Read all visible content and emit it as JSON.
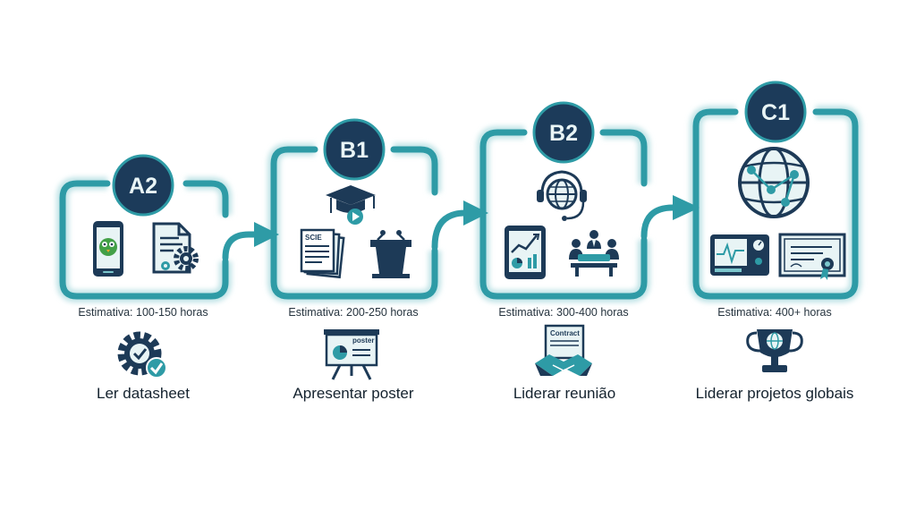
{
  "levels": [
    {
      "code": "A2",
      "estimate": "Estimativa: 100-150 horas",
      "goal": "Ler datasheet"
    },
    {
      "code": "B1",
      "estimate": "Estimativa: 200-250 horas",
      "goal": "Apresentar poster",
      "doc_tag": "SCIE",
      "board_tag": "poster"
    },
    {
      "code": "B2",
      "estimate": "Estimativa: 300-400 horas",
      "goal": "Liderar reunião",
      "doc_tag": "Contract"
    },
    {
      "code": "C1",
      "estimate": "Estimativa: 400+ horas",
      "goal": "Liderar projetos globais"
    }
  ],
  "colors": {
    "frame": "#2e9ba6",
    "frame_light": "#7cc7cd",
    "navy": "#1d3a57",
    "badge": "#1c3b5a",
    "arrow": "#2e9ba6",
    "green": "#43a047",
    "check": "#2e9ba6"
  },
  "icons": [
    "phone-owl-icon",
    "document-gear-icon",
    "graduation-cap-icon",
    "papers-icon",
    "podium-icon",
    "headset-globe-icon",
    "tablet-chart-icon",
    "meeting-icon",
    "globe-network-icon",
    "monitor-icon",
    "certificate-icon",
    "gear-check-icon",
    "easel-icon",
    "contract-handshake-icon",
    "trophy-globe-icon"
  ]
}
